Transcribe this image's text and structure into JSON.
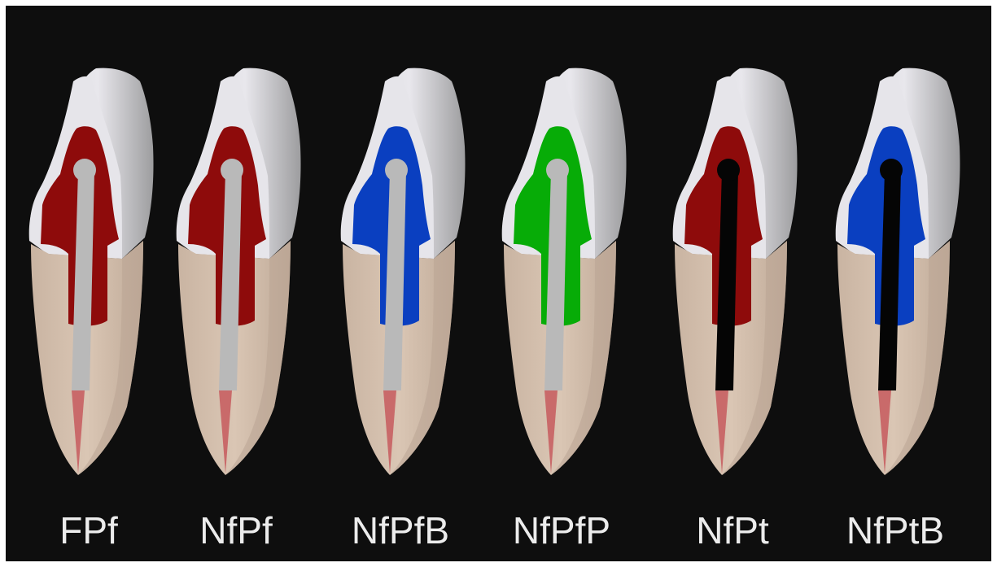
{
  "figure": {
    "background": "#0e0e0e",
    "colors": {
      "enamel_light": "#e6e5ea",
      "enamel_shade": "#a9a9ab",
      "root": "#d7c2b0",
      "root_shade": "#b9a494",
      "canal": "#c96a6a",
      "post_fiber": "#b9b9b9",
      "post_titanium": "#050505",
      "core_red": "#8e0b0b",
      "core_blue": "#0a3fc0",
      "core_green": "#07ac07"
    },
    "models": [
      {
        "label": "FPf",
        "core": "core_red",
        "post": "post_fiber"
      },
      {
        "label": "NfPf",
        "core": "core_red",
        "post": "post_fiber"
      },
      {
        "label": "NfPfB",
        "core": "core_blue",
        "post": "post_fiber"
      },
      {
        "label": "NfPfP",
        "core": "core_green",
        "post": "post_fiber"
      },
      {
        "label": "NfPt",
        "core": "core_red",
        "post": "post_titanium"
      },
      {
        "label": "NfPtB",
        "core": "core_blue",
        "post": "post_titanium"
      }
    ]
  }
}
